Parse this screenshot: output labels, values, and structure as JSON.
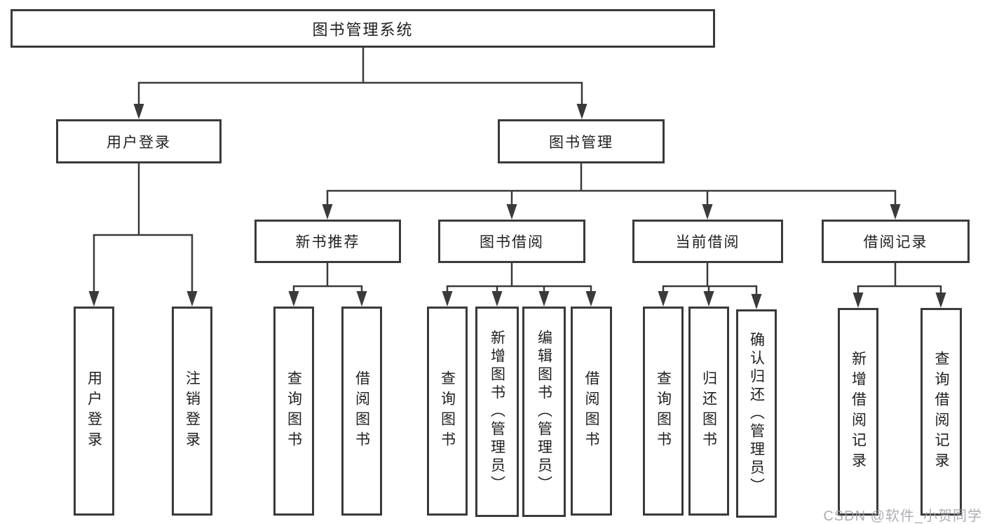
{
  "diagram": {
    "root": "图书管理系统",
    "level2": {
      "user_login": "用户登录",
      "book_mgmt": "图书管理"
    },
    "level3": {
      "new_book_rec": "新书推荐",
      "book_borrow": "图书借阅",
      "current_borrow": "当前借阅",
      "borrow_records": "借阅记录"
    },
    "leaves": {
      "user_login": [
        "用户登录",
        "注销登录"
      ],
      "new_book_rec": [
        "查询图书",
        "借阅图书"
      ],
      "book_borrow": [
        "查询图书",
        "新增图书（管理员）",
        "编辑图书（管理员）",
        "借阅图书"
      ],
      "current_borrow": [
        "查询图书",
        "归还图书",
        "确认归还（管理员）"
      ],
      "borrow_records": [
        "新增借阅记录",
        "查询借阅记录"
      ]
    }
  },
  "watermark": "CSDN @软件_小贺同学",
  "colors": {
    "line": "#3a3a3a",
    "text": "#1f1f1f",
    "watermark": "#9ca0a8",
    "background": "#ffffff"
  }
}
